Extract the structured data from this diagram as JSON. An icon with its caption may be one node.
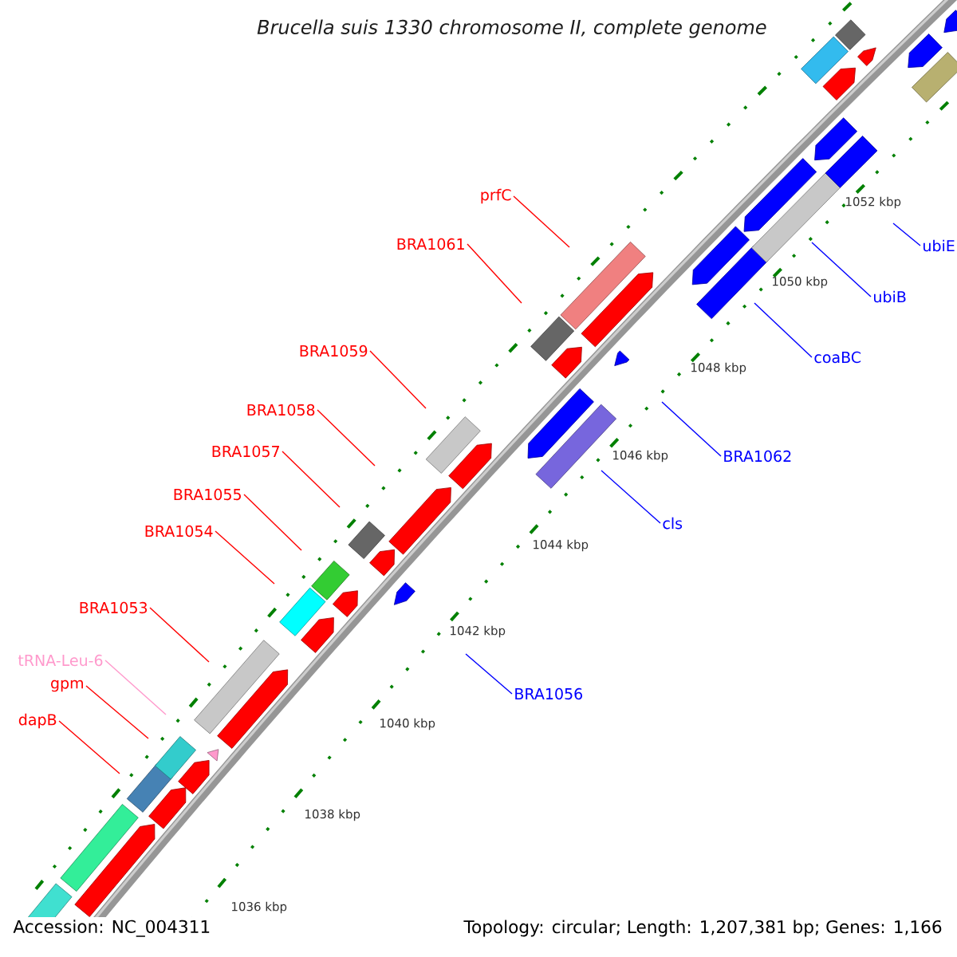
{
  "diagram": {
    "title": "Brucella suis 1330 chromosome II, complete genome",
    "nodes": [
      {
        "text": [
          "prfC"
        ]
      },
      {
        "text": [
          "ubiE"
        ]
      },
      {
        "text": [
          "BRA1061"
        ]
      },
      {
        "text": [
          "ubiB"
        ]
      },
      {
        "text": [
          "BRA1059"
        ]
      },
      {
        "text": [
          "coaBC"
        ]
      },
      {
        "text": [
          "BRA1058"
        ]
      },
      {
        "text": [
          "BRA1057"
        ]
      },
      {
        "text": [
          "BRA1062"
        ]
      },
      {
        "text": [
          "BRA1055"
        ]
      },
      {
        "text": [
          "cls"
        ]
      },
      {
        "text": [
          "BRA1054"
        ]
      },
      {
        "text": [
          "BRA1053"
        ]
      },
      {
        "text": [
          "tRNA-Leu-6"
        ]
      },
      {
        "text": [
          "gpm"
        ]
      },
      {
        "text": [
          "BRA1056"
        ]
      },
      {
        "text": [
          "dapB"
        ]
      }
    ],
    "edges": [
      {
        "from": 0,
        "to": null,
        "arrow": "none"
      },
      {
        "from": 1,
        "to": null,
        "arrow": "none",
        "color": "#0000ff"
      },
      {
        "from": 2,
        "to": null,
        "arrow": "none"
      },
      {
        "from": 3,
        "to": null,
        "arrow": "none",
        "color": "#0000ff"
      },
      {
        "from": 4,
        "to": null,
        "arrow": "none"
      },
      {
        "from": 5,
        "to": null,
        "arrow": "none",
        "color": "#0000ff"
      },
      {
        "from": 6,
        "to": null,
        "arrow": "none"
      },
      {
        "from": 7,
        "to": null,
        "arrow": "none"
      },
      {
        "from": 8,
        "to": null,
        "arrow": "none",
        "color": "#0000ff"
      },
      {
        "from": 9,
        "to": null,
        "arrow": "none"
      },
      {
        "from": 10,
        "to": null,
        "arrow": "none",
        "color": "#0000ff"
      },
      {
        "from": 11,
        "to": null,
        "arrow": "none"
      },
      {
        "from": 12,
        "to": null,
        "arrow": "none"
      },
      {
        "from": 13,
        "to": null,
        "arrow": "none",
        "color": "#ff99cc"
      },
      {
        "from": 14,
        "to": null,
        "arrow": "none"
      },
      {
        "from": 15,
        "to": null,
        "arrow": "none",
        "color": "#0000ff"
      },
      {
        "from": 16,
        "to": null,
        "arrow": "none"
      }
    ],
    "labels": [
      "1052 kbp",
      "1050 kbp",
      "1048 kbp",
      "1046 kbp",
      "1044 kbp",
      "1042 kbp",
      "1040 kbp",
      "1038 kbp",
      "1036 kbp",
      "Accession: NC_004311",
      "Topology: circular; Length: 1,207,381 bp; Genes: 1,166"
    ]
  }
}
